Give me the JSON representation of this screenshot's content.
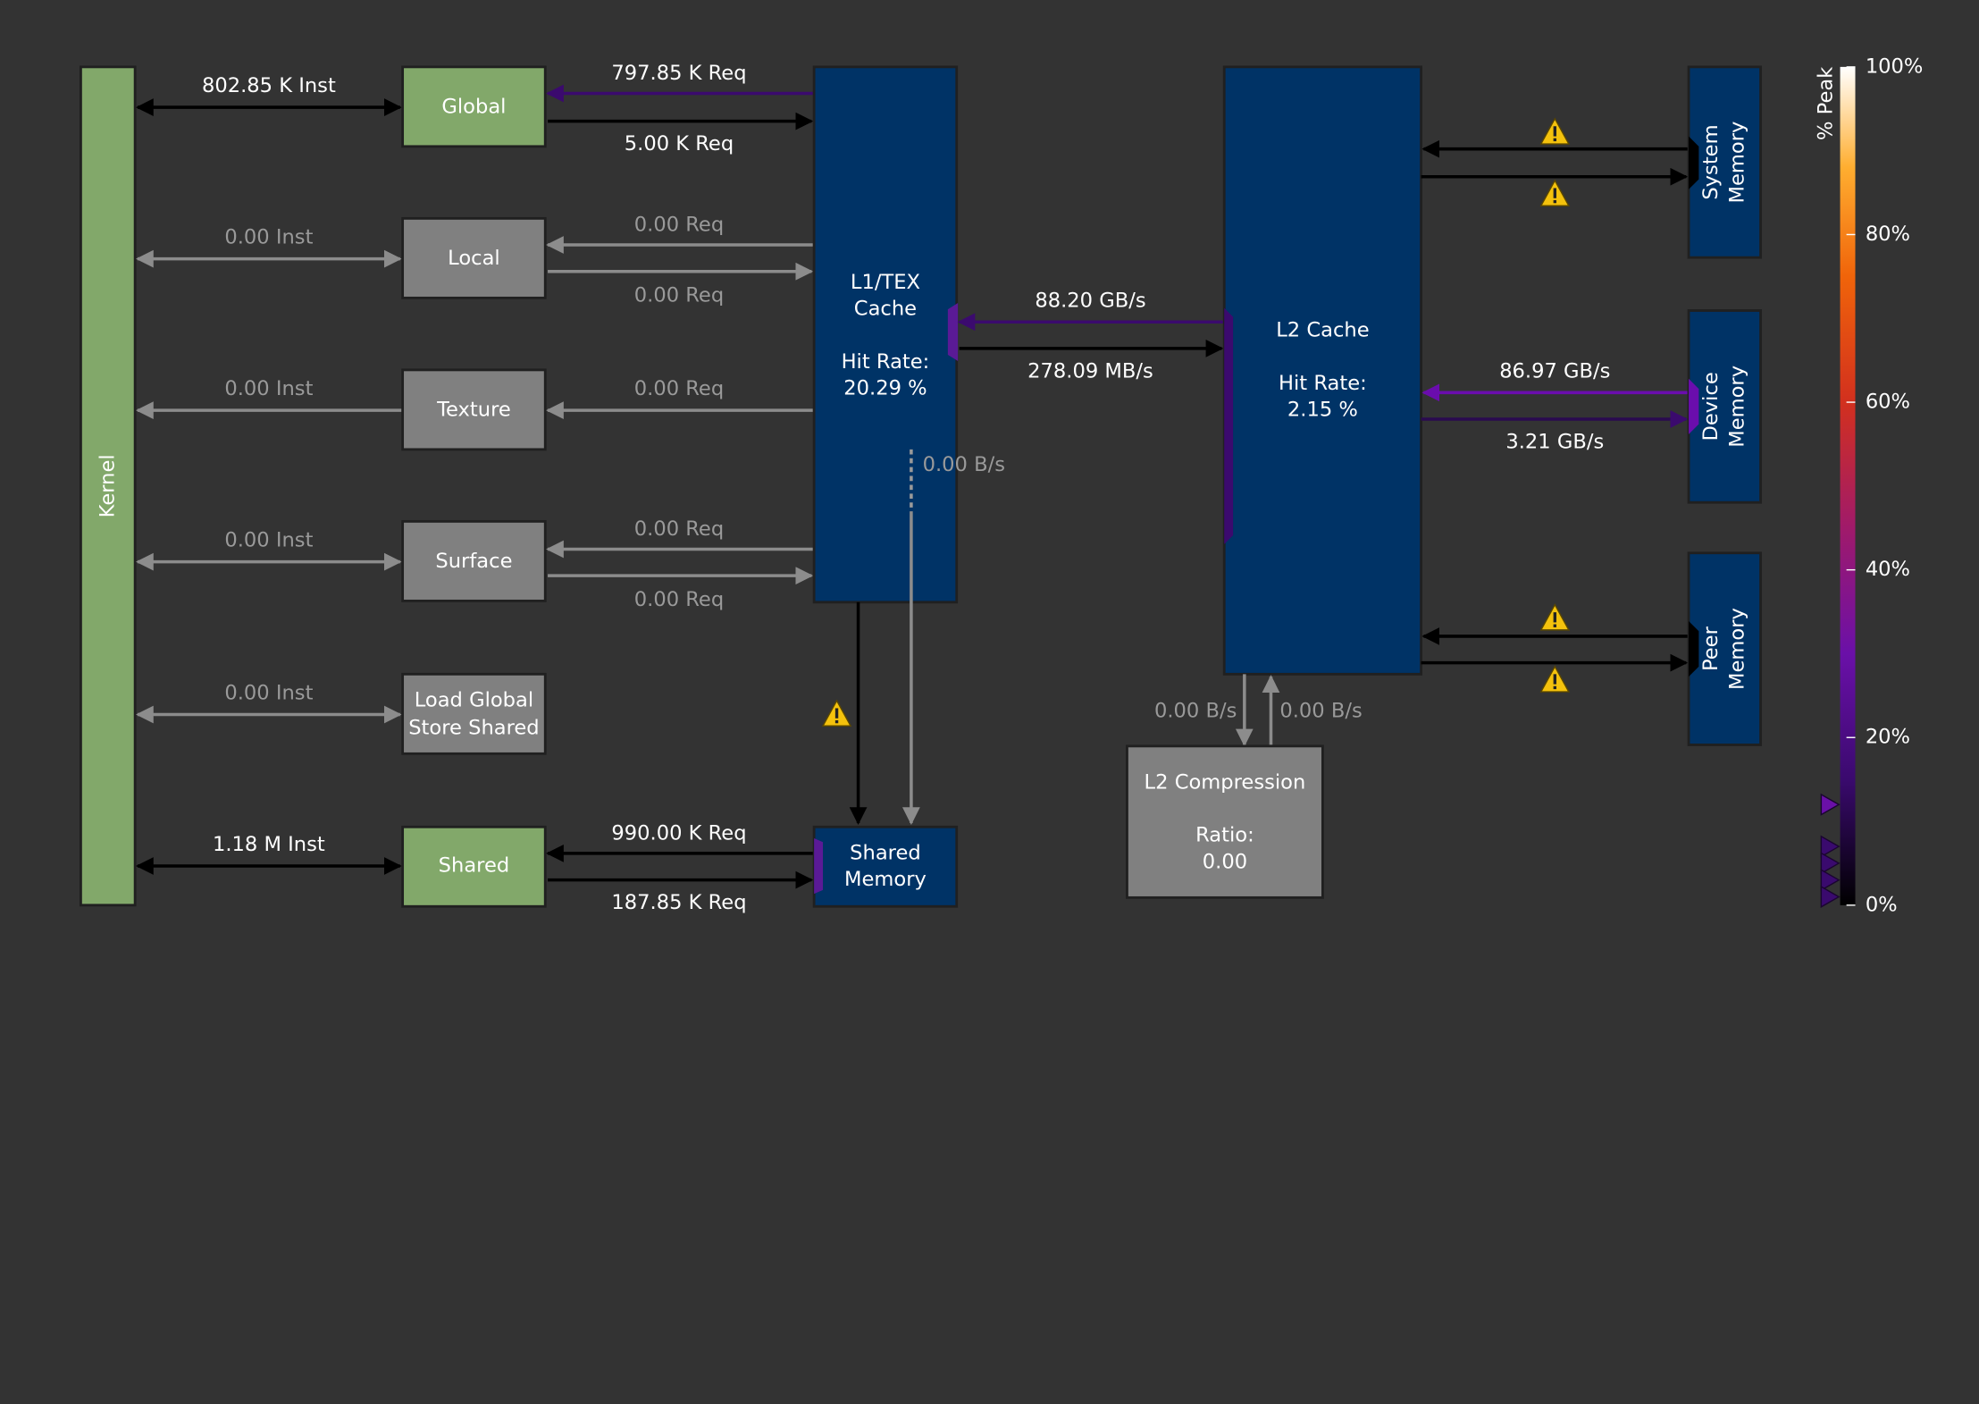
{
  "colors": {
    "background": "#333333",
    "kernel_green": "#82a86a",
    "inactive_gray": "#808080",
    "cache_blue": "#003366",
    "active_black": "#000000",
    "active_purple": "#3b0a6e",
    "bright_purple": "#6a0dad",
    "inactive_line": "#8c8c8c",
    "warning_yellow": "#f4c20d"
  },
  "kernel": {
    "label": "Kernel"
  },
  "units": {
    "global": {
      "label": "Global",
      "inst": "802.85 K Inst",
      "req_in": "797.85 K Req",
      "req_out": "5.00 K Req"
    },
    "local": {
      "label": "Local",
      "inst": "0.00 Inst",
      "req_in": "0.00 Req",
      "req_out": "0.00 Req"
    },
    "texture": {
      "label": "Texture",
      "inst": "0.00 Inst",
      "req_in": "0.00 Req"
    },
    "surface": {
      "label": "Surface",
      "inst": "0.00 Inst",
      "req_in": "0.00 Req",
      "req_out": "0.00 Req"
    },
    "lgss": {
      "label_line1": "Load Global",
      "label_line2": "Store Shared",
      "inst": "0.00 Inst"
    },
    "shared": {
      "label": "Shared",
      "inst": "1.18 M Inst",
      "req_in": "990.00 K Req",
      "req_out": "187.85 K Req"
    }
  },
  "l1tex": {
    "title_line1": "L1/TEX",
    "title_line2": "Cache",
    "hit_rate_label": "Hit Rate:",
    "hit_rate_value": "20.29 %",
    "to_shared_bw": "0.00 B/s"
  },
  "shared_memory": {
    "label_line1": "Shared",
    "label_line2": "Memory"
  },
  "l1_l2": {
    "read_bw": "88.20 GB/s",
    "write_bw": "278.09 MB/s"
  },
  "l2": {
    "title": "L2 Cache",
    "hit_rate_label": "Hit Rate:",
    "hit_rate_value": "2.15 %"
  },
  "l2_compression": {
    "title": "L2 Compression",
    "ratio_label": "Ratio:",
    "ratio_value": "0.00",
    "bw_in": "0.00 B/s",
    "bw_out": "0.00 B/s"
  },
  "memories": {
    "system": {
      "label_line1": "System",
      "label_line2": "Memory"
    },
    "device": {
      "label_line1": "Device",
      "label_line2": "Memory",
      "read_bw": "86.97 GB/s",
      "write_bw": "3.21 GB/s"
    },
    "peer": {
      "label_line1": "Peer",
      "label_line2": "Memory"
    }
  },
  "legend": {
    "title": "% Peak",
    "ticks": [
      "100%",
      "80%",
      "60%",
      "40%",
      "20%",
      "0%"
    ],
    "tick_values": [
      100,
      80,
      60,
      40,
      20,
      0
    ],
    "markers_percent": [
      12,
      7,
      5,
      3,
      1
    ]
  }
}
